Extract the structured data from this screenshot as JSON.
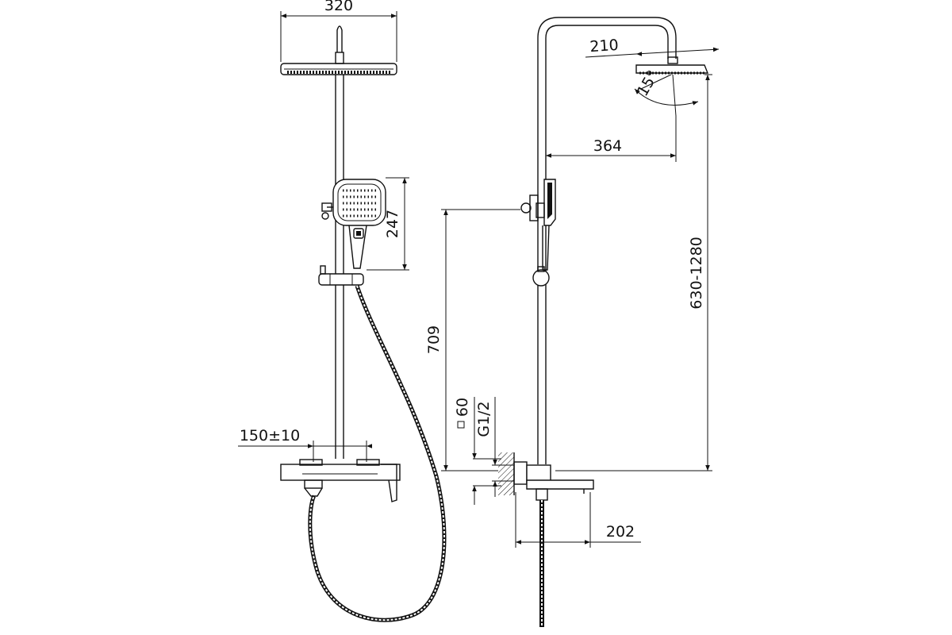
{
  "diagram": {
    "front_view": {
      "rain_width": "320",
      "hand_shower_height": "247",
      "inlet_spacing": "150±10"
    },
    "side_view": {
      "rain_diameter": "210",
      "tilt_angle": "15°",
      "arm_reach": "364",
      "total_height": "630-1280",
      "holder_height": "709",
      "flange_size": "60",
      "thread": "G1/2",
      "spout_length": "202"
    },
    "colors": {
      "line": "#111111",
      "background": "#ffffff"
    }
  }
}
